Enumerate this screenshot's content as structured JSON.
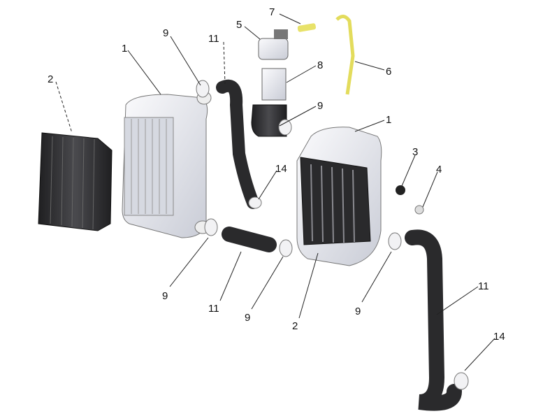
{
  "colors": {
    "part_light": "#e9ebf0",
    "part_dark": "#2e2e30",
    "hose_yellow": "#e8e26a",
    "background": "#ffffff"
  },
  "callouts": [
    {
      "id": "c7",
      "text": "7"
    },
    {
      "id": "c6",
      "text": "6"
    },
    {
      "id": "c5",
      "text": "5"
    },
    {
      "id": "c8",
      "text": "8"
    },
    {
      "id": "c9a",
      "text": "9"
    },
    {
      "id": "c11a",
      "text": "11"
    },
    {
      "id": "c9b",
      "text": "9"
    },
    {
      "id": "c1a",
      "text": "1"
    },
    {
      "id": "c2a",
      "text": "2"
    },
    {
      "id": "c1b",
      "text": "1"
    },
    {
      "id": "c14a",
      "text": "14"
    },
    {
      "id": "c3",
      "text": "3"
    },
    {
      "id": "c4",
      "text": "4"
    },
    {
      "id": "c9c",
      "text": "9"
    },
    {
      "id": "c11b",
      "text": "11"
    },
    {
      "id": "c9d",
      "text": "9"
    },
    {
      "id": "c2b",
      "text": "2"
    },
    {
      "id": "c9e",
      "text": "9"
    },
    {
      "id": "c11c",
      "text": "11"
    },
    {
      "id": "c14b",
      "text": "14"
    }
  ]
}
